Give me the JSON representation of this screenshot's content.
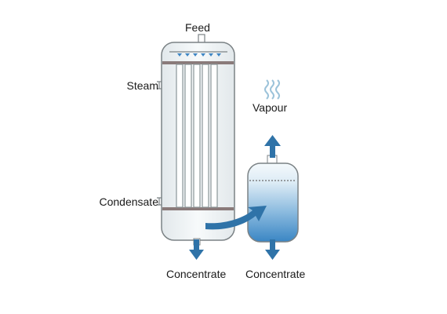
{
  "labels": {
    "feed": "Feed",
    "steam": "Steam",
    "condensate": "Condensate",
    "vapour": "Vapour",
    "concentrate_evaporator": "Concentrate",
    "concentrate_separator": "Concentrate"
  },
  "colors": {
    "shell_fill": "#eef3f5",
    "shell_stroke": "#7b8285",
    "tube_sheet": "#8a7a7a",
    "tube_stroke": "#8a9598",
    "arrow_blue": "#2f73a8",
    "vapour_wave": "#9cc3da",
    "separator_light": "#e6f2f9",
    "separator_dark": "#3a86c4"
  },
  "icons": {
    "product_flow": "arrow-down-icon",
    "vapour_flow": "arrow-up-icon",
    "transfer_flow": "curved-arrow-icon",
    "vapour": "wavy-lines-icon"
  }
}
